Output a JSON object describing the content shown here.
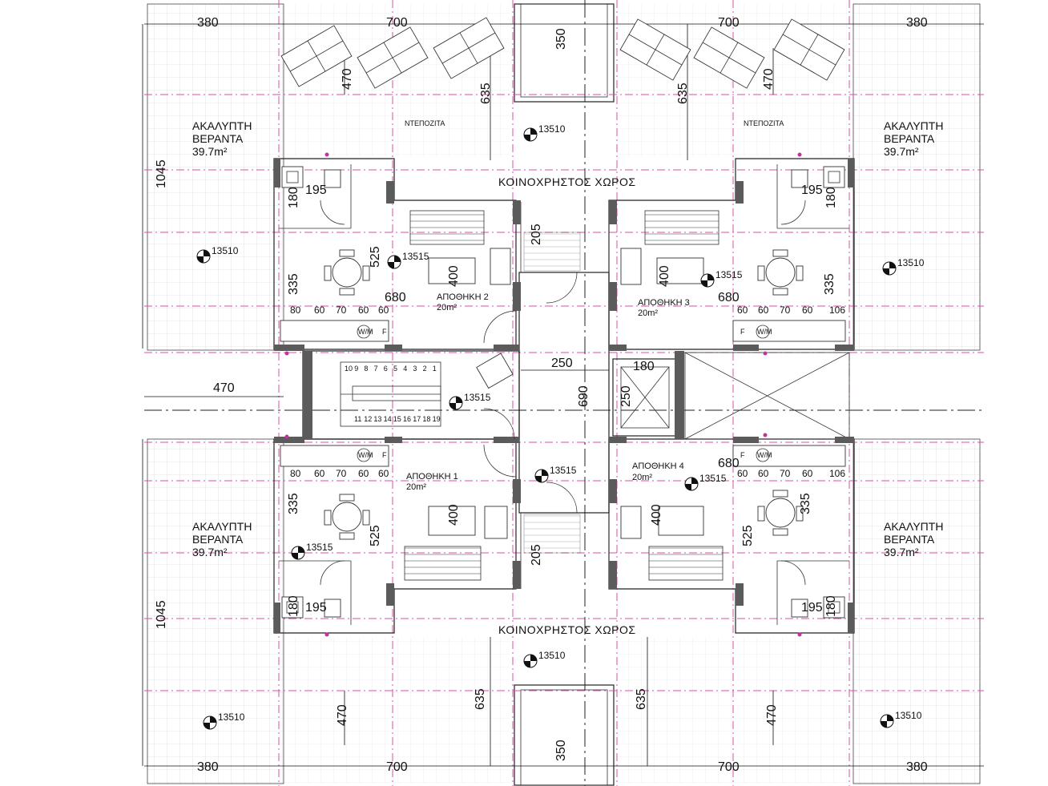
{
  "terraces": {
    "label_line1": "ΑΚΑΛΥΠΤΗ",
    "label_line2": "ΒΕΡΑΝΤΑ",
    "area": "39.7m²"
  },
  "common_area": "ΚΟΙΝΟΧΡΗΣΤΟΣ ΧΩΡΟΣ",
  "water_tank": "ΝΤΕΠΟΖΙΤΑ",
  "storerooms": [
    {
      "name": "ΑΠΟΘΗΚΗ 1",
      "area": "20m²"
    },
    {
      "name": "ΑΠΟΘΗΚΗ 2",
      "area": "20m²"
    },
    {
      "name": "ΑΠΟΘΗΚΗ 3",
      "area": "20m²"
    },
    {
      "name": "ΑΠΟΘΗΚΗ 4",
      "area": "20m²"
    }
  ],
  "levels": {
    "terrace": "13510",
    "apartment": "13515"
  },
  "dimensions": {
    "d380": "380",
    "d700": "700",
    "d350": "350",
    "d470": "470",
    "d635": "635",
    "d1045": "1045",
    "d195": "195",
    "d180": "180",
    "d525": "525",
    "d335": "335",
    "d680": "680",
    "d400": "400",
    "d205": "205",
    "d250": "250",
    "d690": "690",
    "d80": "80",
    "d60": "60",
    "d70": "70",
    "d106": "106"
  },
  "appliances": {
    "washer": "W/M",
    "fridge": "F"
  },
  "stair_steps": {
    "upper": [
      "10",
      "9",
      "8",
      "7",
      "6",
      "5",
      "4",
      "3",
      "2",
      "1"
    ],
    "lower": [
      "11",
      "12",
      "13",
      "14",
      "15",
      "16",
      "17",
      "18",
      "19"
    ]
  },
  "colors": {
    "wall": "#5b5b5b",
    "grid_accent": "#d94fa8",
    "level_marker": "#111111"
  }
}
